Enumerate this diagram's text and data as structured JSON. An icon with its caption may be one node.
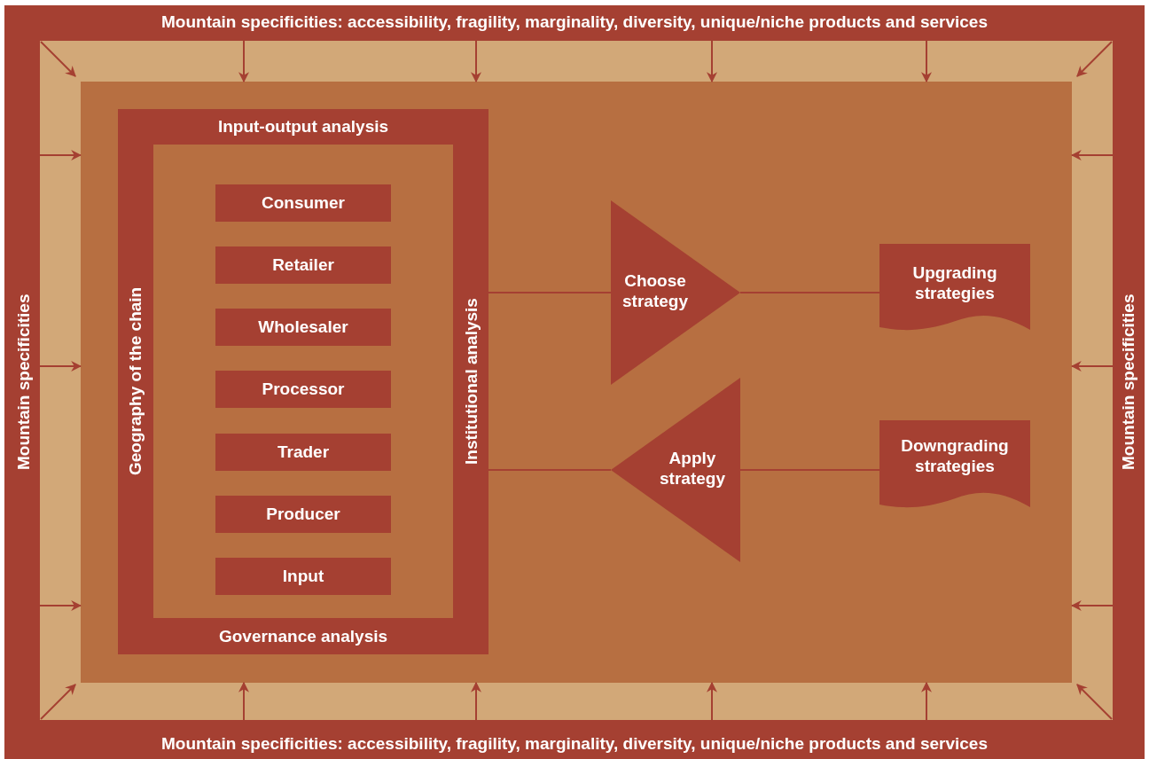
{
  "diagram": {
    "nodes": [
      {
        "text": [
          "Mountain specificities: accessibility, fragility, marginality, diversity, unique/niche products and services",
          "Mountain specificities",
          "Mountain specificities",
          "Mountain specificities: accessibility, fragility, marginality, diversity, unique/niche products and services"
        ]
      },
      {
        "text": [],
        "shape": "box",
        "in": 0
      },
      {
        "text": [
          "Input-output analysis",
          "Geography of the chain",
          "Institutional analysis",
          "Governance analysis"
        ],
        "in": 1
      },
      {
        "text": [
          "Consumer"
        ],
        "in": 2
      },
      {
        "text": [
          "Retailer"
        ],
        "in": 2
      },
      {
        "text": [
          "Wholesaler"
        ],
        "in": 2
      },
      {
        "text": [
          "Processor"
        ],
        "in": 2
      },
      {
        "text": [
          "Trader"
        ],
        "in": 2
      },
      {
        "text": [
          "Producer"
        ],
        "in": 2
      },
      {
        "text": [
          "Input"
        ],
        "in": 2
      },
      {
        "text": [
          "Choose strategy"
        ],
        "in": 1
      },
      {
        "text": [
          "Apply strategy"
        ],
        "in": 1
      },
      {
        "text": [
          "Upgrading strategies"
        ],
        "in": 1
      },
      {
        "text": [
          "Downgrading strategies"
        ],
        "in": 1
      }
    ],
    "edges": [
      {
        "from": 0,
        "to": 1,
        "arrow": "to"
      },
      {
        "from": 0,
        "to": 1,
        "arrow": "to"
      },
      {
        "from": 0,
        "to": 1,
        "arrow": "to"
      },
      {
        "from": 0,
        "to": 1,
        "arrow": "to"
      },
      {
        "from": 0,
        "to": 1,
        "arrow": "to"
      },
      {
        "from": 0,
        "to": 1,
        "arrow": "to"
      },
      {
        "from": 0,
        "to": 1,
        "arrow": "to"
      },
      {
        "from": 0,
        "to": 1,
        "arrow": "to"
      },
      {
        "from": 0,
        "to": 1,
        "arrow": "to"
      },
      {
        "from": 0,
        "to": 1,
        "arrow": "to"
      },
      {
        "from": 0,
        "to": 1,
        "arrow": "to"
      },
      {
        "from": 0,
        "to": 1,
        "arrow": "to"
      },
      {
        "from": 0,
        "to": 1,
        "arrow": "to"
      },
      {
        "from": 0,
        "to": 1,
        "arrow": "to"
      },
      {
        "from": 0,
        "to": 1,
        "arrow": "to"
      },
      {
        "from": 0,
        "to": 1,
        "arrow": "to"
      },
      {
        "from": 0,
        "to": 1,
        "arrow": "to"
      },
      {
        "from": 0,
        "to": 1,
        "arrow": "to"
      },
      {
        "from": 2,
        "to": 10,
        "arrow": "none"
      },
      {
        "from": 10,
        "to": 12,
        "arrow": "none"
      },
      {
        "from": 13,
        "to": 11,
        "arrow": "none"
      },
      {
        "from": 11,
        "to": 2,
        "arrow": "none"
      }
    ]
  }
}
